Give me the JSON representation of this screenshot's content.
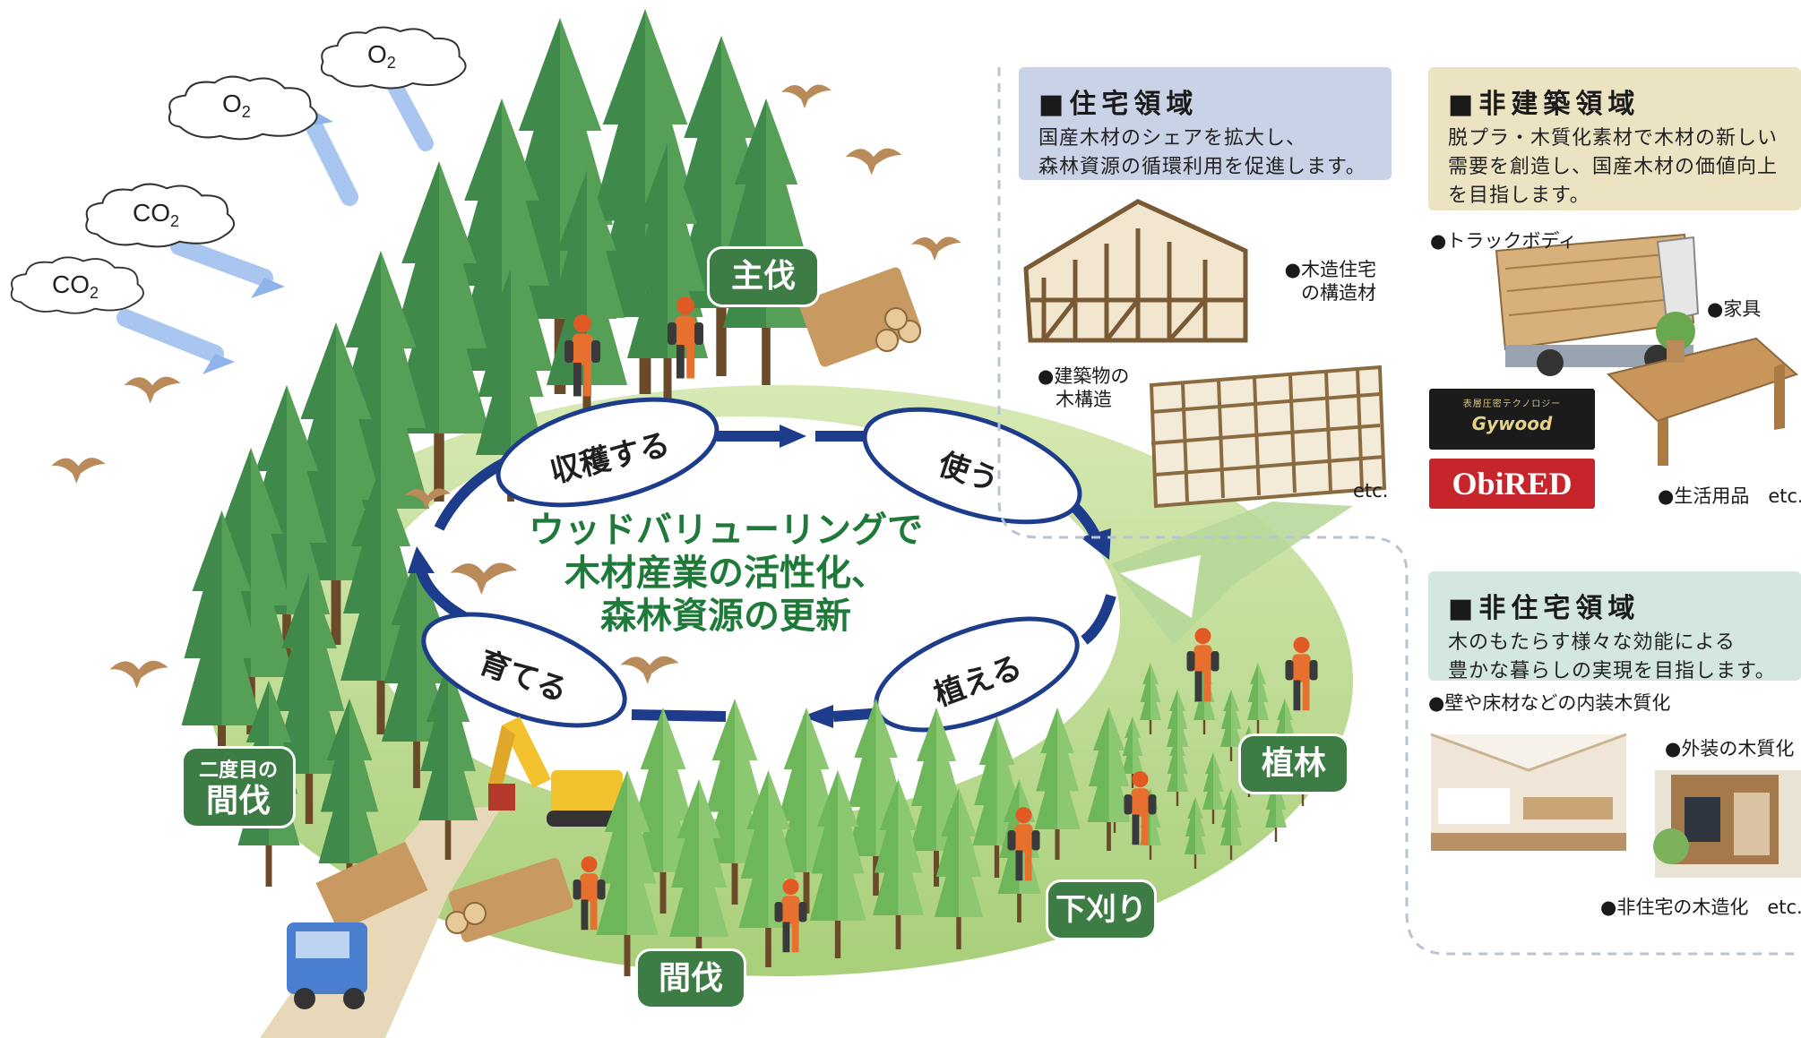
{
  "clouds": [
    {
      "text": "O",
      "sub": "2",
      "id": "o2-top"
    },
    {
      "text": "O",
      "sub": "2",
      "id": "o2"
    },
    {
      "text": "CO",
      "sub": "2",
      "id": "co2-1"
    },
    {
      "text": "CO",
      "sub": "2",
      "id": "co2-2"
    }
  ],
  "labels": {
    "main_harvest": "主伐",
    "planting": "植林",
    "weeding": "下刈り",
    "thinning": "間伐",
    "second_thinning_top": "二度目の",
    "second_thinning_bottom": "間伐"
  },
  "cycle": {
    "harvest": "収穫する",
    "use": "使う",
    "plant": "植える",
    "grow": "育てる"
  },
  "center_title": {
    "line1": "ウッドバリューリングで",
    "line2": "木材産業の活性化、",
    "line3": "森林資源の更新"
  },
  "panels": {
    "residential": {
      "title": "■住宅領域",
      "body1": "国産木材のシェアを拡大し、",
      "body2": "森林資源の循環利用を促進します。",
      "color": "#c9d2e6",
      "cap_house1": "●木造住宅",
      "cap_house2": "の構造材",
      "cap_struct1": "●建築物の",
      "cap_struct2": "木構造",
      "etc": "etc."
    },
    "non_building": {
      "title": "■非建築領域",
      "body1": "脱プラ・木質化素材で木材の新しい",
      "body2": "需要を創造し、国産木材の価値向上",
      "body3": "を目指します。",
      "color": "#ece3c2",
      "cap_truck": "●トラックボディ",
      "cap_furniture": "●家具",
      "cap_daily": "●生活用品　etc.",
      "logo_gy_top": "表層圧密テクノロジー",
      "logo_gy_main": "Gywood",
      "logo_obi": "ObiRED"
    },
    "non_residential": {
      "title": "■非住宅領域",
      "body1": "木のもたらす様々な効能による",
      "body2": "豊かな暮らしの実現を目指します。",
      "color": "#d3e6e2",
      "cap_interior": "●壁や床材などの内装木質化",
      "cap_exterior": "●外装の木質化",
      "cap_nonres": "●非住宅の木造化　etc."
    }
  }
}
